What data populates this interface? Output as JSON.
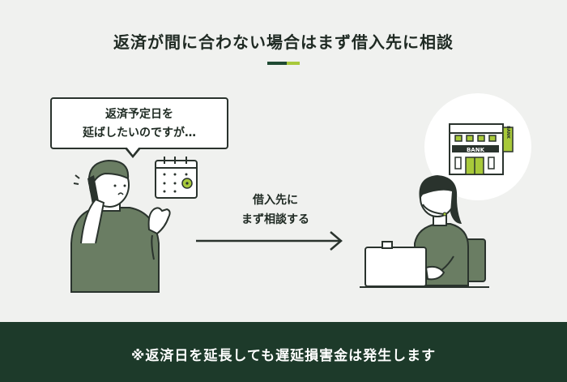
{
  "heading": {
    "title": "返済が間に合わない場合はまず借入先に相談"
  },
  "speech_bubble": {
    "line1": "返済予定日を",
    "line2": "延ばしたいのですが…"
  },
  "arrow": {
    "line1": "借入先に",
    "line2": "まず相談する"
  },
  "bank_sign": {
    "text": "BANK",
    "side_sign": "BANK"
  },
  "footer": {
    "note": "※返済日を延長しても遅延損害金は発生します"
  },
  "colors": {
    "dark_green": "#1d3a2a",
    "accent_lime": "#a8c93a",
    "person_green": "#6a7d63",
    "background": "#f0f1ef"
  }
}
